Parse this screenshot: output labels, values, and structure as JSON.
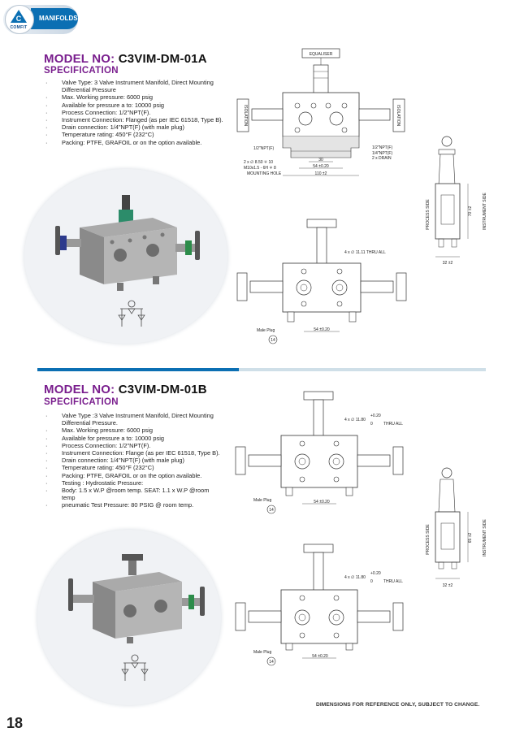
{
  "header": {
    "section": "MANIFOLDS",
    "brand": "COMFIT"
  },
  "model_a": {
    "label": "MODEL NO:",
    "code": "C3VIM-DM-01A",
    "spec_heading": "SPECIFICATION",
    "specs": [
      "Valve Type: 3 Valve Instrument Manifold, Direct Mounting Differential Pressure",
      "Max. Working pressure: 6000 psig",
      "Available for pressure a to: 10000 psig",
      "Process Connection: 1/2\"NPT(F).",
      "Instrument Connection: Flanged (as per IEC 61518, Type B).",
      "Drain connection: 1/4\"NPT(F) (with male plug)",
      "Temperature rating: 450°F (232°C)",
      "Packing: PTFE, GRAFOIL or on the option available."
    ]
  },
  "model_b": {
    "label": "MODEL NO:",
    "code": "C3VIM-DM-01B",
    "spec_heading": "SPECIFICATION",
    "specs": [
      "Valve Type :3 Valve Instrument Manifold, Direct Mounting Differential Pressure.",
      "Max. Working pressure: 6000 psig",
      "Available for pressure a to: 10000 psig",
      "Process Connection: 1/2\"NPT(F).",
      "Instrument Connection: Flange (as per IEC 61518, Type B).",
      "Drain connection: 1/4\"NPT(F) (with male plug)",
      "Temperature rating: 450°F (232°C)",
      "Packing: PTFE, GRAFOIL or on the option available.",
      "Testing : Hydrostatic Pressure:",
      "Body: 1.5 x W.P @room temp. SEAT: 1.1 x W.P @room temp",
      "pneumatic Test Pressure: 80 PSIG @ room temp."
    ]
  },
  "drawing_a": {
    "equaliser": "EQUALISER",
    "isolation_left": "ISOLATION",
    "isolation_right": "ISOLATION",
    "npt_left": "1/2\"NPT(F)",
    "npt_right": "1/2\"NPT(F)",
    "npt_right2": "1/4\"NPT(F)",
    "drain": "2 x DRAIN",
    "holes1": "2 x ∅ 8.50 ∓ 10",
    "holes2": "M10x1.5 - 6H ∓ 8",
    "mounting": "MOUNTING HOLE",
    "dim_30": "30",
    "dim_54": "54 ±0.20",
    "dim_110": "110 ±2",
    "thru": "4 x ∅ 11.11 THRU ALL",
    "male_plug": "Male Plug",
    "balloon": "14",
    "dim_54b": "54 ±0.20",
    "process_side": "PROCESS SIDE",
    "instrument_side": "INSTRUMENT SIDE",
    "dim_70": "70 ±2",
    "dim_32": "32 ±2"
  },
  "drawing_b": {
    "thru_top": "4 x ∅ 11.80",
    "tol_top": "+0.20",
    "tol_bottom": "0",
    "thru_all": "THRU ALL",
    "male_plug": "Male Plug",
    "balloon": "14",
    "dim_54": "54 ±0.20",
    "process_side": "PROCESS SIDE",
    "instrument_side": "INSTRUMENT SIDE",
    "dim_65": "65 ±2",
    "dim_32": "32 ±2",
    "thru_top2": "4 x ∅ 11.80",
    "tol_top2": "+0.20",
    "tol_bottom2": "0",
    "thru_all2": "THRU ALL",
    "male_plug2": "Male Plug",
    "balloon2": "14",
    "dim_54b": "54 ±0.20"
  },
  "footer": {
    "note": "DIMENSIONS FOR REFERENCE ONLY, SUBJECT TO CHANGE.",
    "page": "18"
  },
  "colors": {
    "accent": "#7a1f8e",
    "brand_blue": "#0b6fb3"
  }
}
